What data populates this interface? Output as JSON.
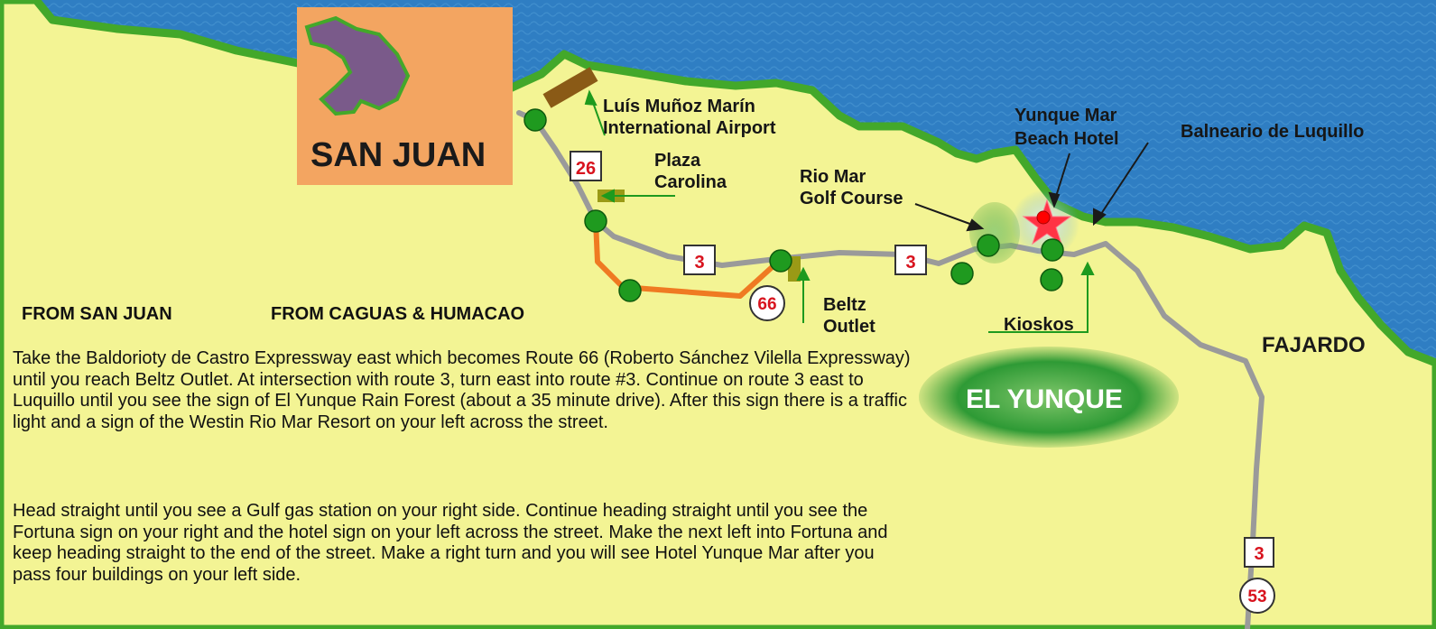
{
  "colors": {
    "sea": "#2f7ec3",
    "land": "#f3f494",
    "coast": "#43a82a",
    "road_gray": "#9a9a9a",
    "road_orange": "#ef7a22",
    "waypoint": "#1f9a1f",
    "san_juan_box": "#f3a561",
    "forest": "#2e9a35",
    "hotel_star": "#ff3344",
    "route_number": "#d8131e"
  },
  "map": {
    "places": {
      "san_juan": "SAN JUAN",
      "el_yunque": "EL YUNQUE",
      "fajardo": "FAJARDO"
    },
    "landmarks": {
      "airport_line1": "Luís Muñoz Marín",
      "airport_line2": "International Airport",
      "plaza_line1": "Plaza",
      "plaza_line2": "Carolina",
      "riomar_line1": "Rio Mar",
      "riomar_line2": "Golf Course",
      "hotel_line1": "Yunque Mar",
      "hotel_line2": "Beach Hotel",
      "balneario": "Balneario de Luquillo",
      "beltz_line1": "Beltz",
      "beltz_line2": "Outlet",
      "kioskos": "Kioskos"
    },
    "routes": {
      "r26": "26",
      "r3_a": "3",
      "r3_b": "3",
      "r3_c": "3",
      "r66": "66",
      "r53": "53"
    }
  },
  "tabs": {
    "from_san_juan": "FROM SAN JUAN",
    "from_caguas": "FROM CAGUAS & HUMACAO"
  },
  "directions": {
    "paragraph1": "Take the Baldorioty de Castro Expressway east which becomes Route 66 (Roberto Sánchez Vilella Expressway) until you reach Beltz Outlet. At intersection with route 3, turn east into route #3.  Continue on route 3 east to Luquillo until you see the sign of El Yunque Rain Forest (about a 35 minute drive). After this sign there is a traffic light and a sign of the Westin Rio Mar Resort on your left across the street.",
    "paragraph2": "Head straight until you see a Gulf gas station on your right side. Continue heading straight until you see the Fortuna sign on your right and the hotel sign on your left across the street. Make the next left into Fortuna and keep heading straight to the end of the street. Make a right turn and you will see Hotel Yunque Mar after you pass four buildings on your left side."
  }
}
